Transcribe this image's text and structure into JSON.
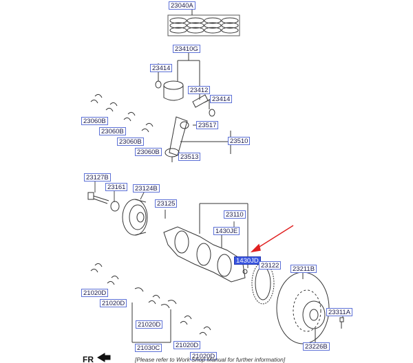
{
  "parts": {
    "p23040A": "23040A",
    "p23410G": "23410G",
    "p23414a": "23414",
    "p23412": "23412",
    "p23414b": "23414",
    "p23517": "23517",
    "p23510": "23510",
    "p23513": "23513",
    "p23060B_1": "23060B",
    "p23060B_2": "23060B",
    "p23060B_3": "23060B",
    "p23060B_4": "23060B",
    "p23127B": "23127B",
    "p23161": "23161",
    "p23124B": "23124B",
    "p23125": "23125",
    "p23110": "23110",
    "p1430JE": "1430JE",
    "p1430JD": "1430JD",
    "p23122": "23122",
    "p23211B": "23211B",
    "p23311A": "23311A",
    "p23226B": "23226B",
    "p21020D_1": "21020D",
    "p21020D_2": "21020D",
    "p21020D_3": "21020D",
    "p21020D_4": "21020D",
    "p21020D_5": "21020D",
    "p21030C": "21030C"
  },
  "footer": {
    "fr_label": "FR",
    "note": "[Please refer to Work Shop Manual for further information]"
  },
  "colors": {
    "label_border": "#5b6fd6",
    "highlight_fill": "#3a56e0",
    "arrow": "#e02020"
  },
  "highlighted_part": "1430JD"
}
